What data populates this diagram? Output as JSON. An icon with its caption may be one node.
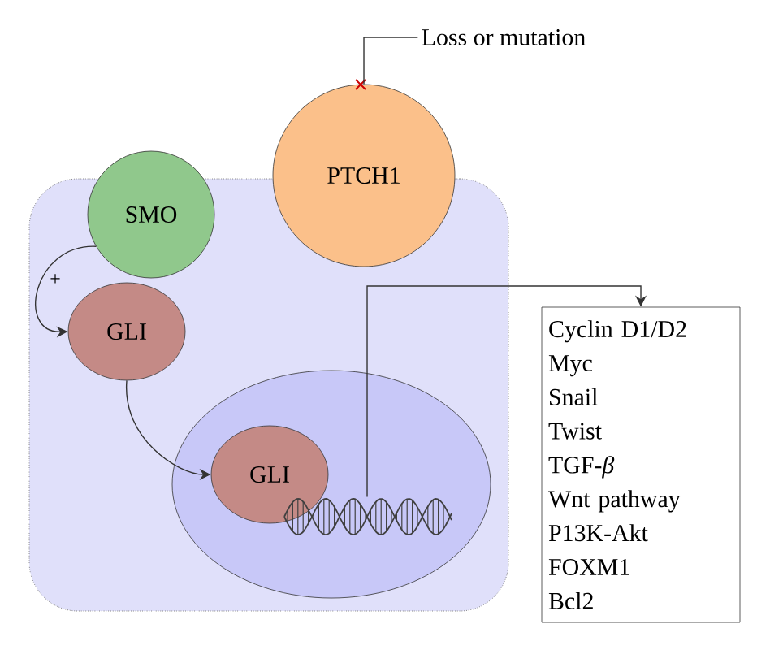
{
  "diagram": {
    "nodes": [
      {
        "text": [],
        "shape": "box"
      },
      {
        "text": [
          "SMO"
        ]
      },
      {
        "text": [
          "PTCH1"
        ]
      },
      {
        "text": [
          "GLI"
        ],
        "in": 0
      },
      {
        "text": [],
        "shape": "ellipse",
        "in": 0
      },
      {
        "text": [
          "GLI"
        ],
        "in": 4
      },
      {
        "text": [],
        "shape": "picture",
        "in": 4
      },
      {
        "text": [
          "Cyclin D1/D2",
          "Myc",
          "Snail",
          "Twist",
          "TGF-*β*",
          "Wnt pathway",
          "P13K-Akt",
          "FOXM1",
          "Bcl2"
        ]
      },
      {
        "text": [
          "Loss or mutation"
        ]
      }
    ],
    "edges": [
      {
        "from": 1,
        "to": 3,
        "arrow": "to",
        "label": "+"
      },
      {
        "from": 3,
        "to": 5,
        "arrow": "to"
      },
      {
        "from": 6,
        "to": 7,
        "arrow": "to"
      },
      {
        "from": 8,
        "to": 2,
        "arrow": "none"
      }
    ]
  }
}
